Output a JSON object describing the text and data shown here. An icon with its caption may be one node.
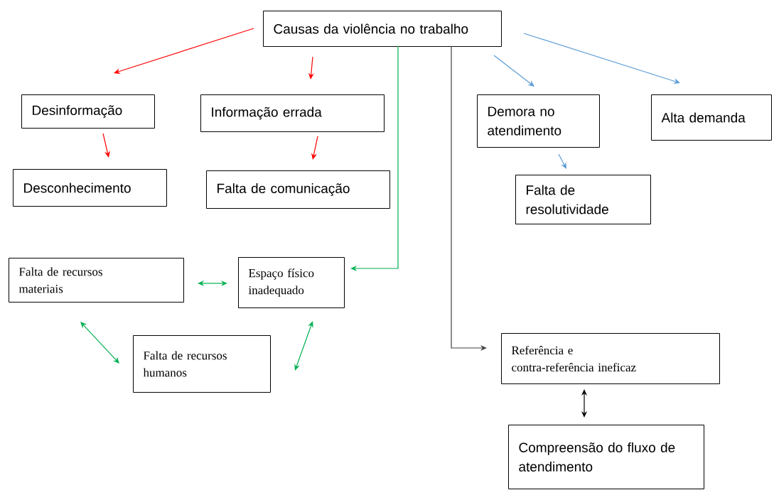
{
  "diagram": {
    "nodes": [
      {
        "text": [
          "Causas da violência no trabalho"
        ]
      },
      {
        "text": [
          "Desinformação"
        ]
      },
      {
        "text": [
          "Informação errada"
        ]
      },
      {
        "text": [
          "Demora no atendimento"
        ]
      },
      {
        "text": [
          "Alta demanda"
        ]
      },
      {
        "text": [
          "Desconhecimento"
        ]
      },
      {
        "text": [
          "Falta de comunicação"
        ]
      },
      {
        "text": [
          "Falta de resolutividade"
        ]
      },
      {
        "text": [
          "Falta de recursos materiais"
        ]
      },
      {
        "text": [
          "Espaço físico inadequado"
        ]
      },
      {
        "text": [
          "Falta de recursos humanos"
        ]
      },
      {
        "text": [
          "Referência e contra-referência ineficaz"
        ]
      },
      {
        "text": [
          "Compreensão do fluxo de atendimento"
        ]
      }
    ],
    "edges": [
      {
        "from": 0,
        "to": 1,
        "arrow": "to",
        "color": "#ff0000"
      },
      {
        "from": 0,
        "to": 2,
        "arrow": "to",
        "color": "#ff0000"
      },
      {
        "from": 0,
        "to": 3,
        "arrow": "to",
        "color": "#5b9bd5"
      },
      {
        "from": 0,
        "to": 4,
        "arrow": "to",
        "color": "#5b9bd5"
      },
      {
        "from": 1,
        "to": 5,
        "arrow": "to",
        "color": "#ff0000"
      },
      {
        "from": 2,
        "to": 6,
        "arrow": "to",
        "color": "#ff0000"
      },
      {
        "from": 3,
        "to": 7,
        "arrow": "to",
        "color": "#5b9bd5"
      },
      {
        "from": 0,
        "to": 9,
        "arrow": "to",
        "color": "#00b050"
      },
      {
        "from": 0,
        "to": 11,
        "arrow": "to",
        "color": "#404040"
      },
      {
        "from": 8,
        "to": 9,
        "arrow": "both",
        "color": "#00b050"
      },
      {
        "from": 8,
        "to": 10,
        "arrow": "both",
        "color": "#00b050"
      },
      {
        "from": 10,
        "to": 9,
        "arrow": "both",
        "color": "#00b050"
      },
      {
        "from": 11,
        "to": 12,
        "arrow": "both",
        "color": "#000000"
      }
    ]
  }
}
